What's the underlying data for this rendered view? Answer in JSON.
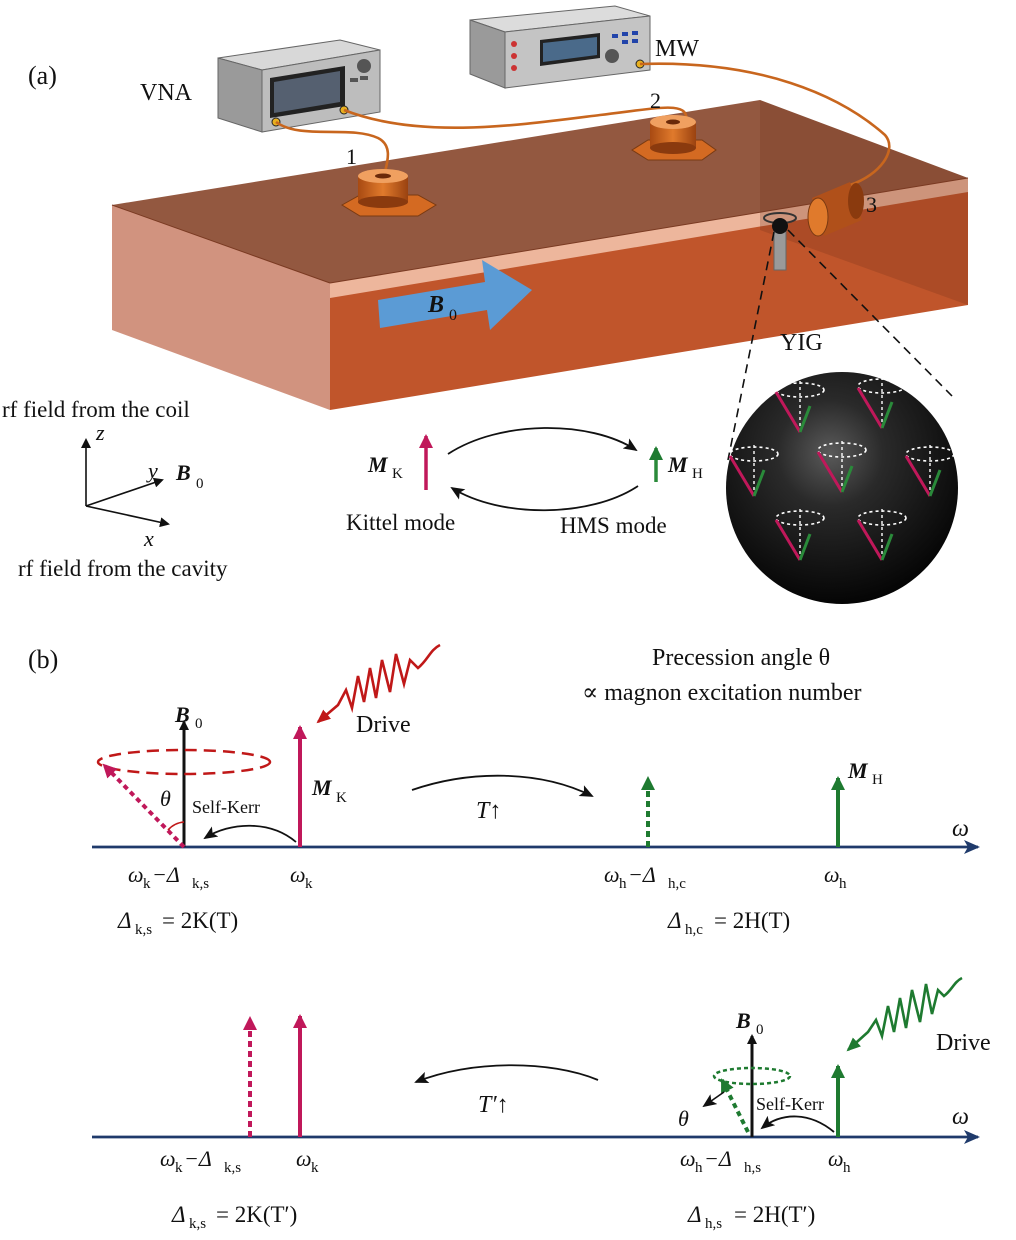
{
  "panel_a": {
    "label": "(a)",
    "vna_label": "VNA",
    "mw_label": "MW",
    "port1": "1",
    "port2": "2",
    "port3": "3",
    "b0_arrow": "B",
    "b0_sub": "0",
    "yig_label": "YIG",
    "rf_coil": "rf field from the coil",
    "rf_cavity": "rf field from the cavity",
    "axis_z": "z",
    "axis_y": "y",
    "axis_x": "x",
    "axis_b0": "B",
    "axis_b0_sub": "0",
    "mk": "M",
    "mk_sub": "K",
    "mh": "M",
    "mh_sub": "H",
    "kittel": "Kittel mode",
    "hms": "HMS mode",
    "colors": {
      "cavity": "#c0552b",
      "cavity_top": "#8a4a30",
      "kittel": "#c0185a",
      "hms": "#2a8a3a",
      "b0": "#5b9bd5"
    }
  },
  "panel_b": {
    "label": "(b)",
    "note_line1": "Precession angle θ",
    "note_line2": "∝ magnon excitation number",
    "row1": {
      "b0": "B",
      "b0_sub": "0",
      "theta": "θ",
      "self_kerr": "Self-Kerr",
      "drive": "Drive",
      "mk": "M",
      "mk_sub": "K",
      "mh": "M",
      "mh_sub": "H",
      "t_arrow": "T↑",
      "omega": "ω",
      "wk_minus": "ω",
      "wk_minus_sub": "k",
      "wk_minus_delta": "−Δ",
      "wk_minus_delta_sub": "k,s",
      "wk": "ω",
      "wk_sub": "k",
      "wh_minus": "ω",
      "wh_minus_sub": "h",
      "wh_minus_delta": "−Δ",
      "wh_minus_delta_sub": "h,c",
      "wh": "ω",
      "wh_sub": "h",
      "eq_left": "Δ",
      "eq_left_sub": "k,s",
      "eq_left_rhs": " = 2K(T)",
      "eq_right": "Δ",
      "eq_right_sub": "h,c",
      "eq_right_rhs": " = 2H(T)"
    },
    "row2": {
      "b0": "B",
      "b0_sub": "0",
      "theta": "θ",
      "self_kerr": "Self-Kerr",
      "drive": "Drive",
      "t_arrow": "T′↑",
      "omega": "ω",
      "wk_minus": "ω",
      "wk_minus_sub": "k",
      "wk_minus_delta": "−Δ",
      "wk_minus_delta_sub": "k,s",
      "wk": "ω",
      "wk_sub": "k",
      "wh_minus": "ω",
      "wh_minus_sub": "h",
      "wh_minus_delta": "−Δ",
      "wh_minus_delta_sub": "h,s",
      "wh": "ω",
      "wh_sub": "h",
      "eq_left": "Δ",
      "eq_left_sub": "k,s",
      "eq_left_rhs": " = 2K(T′)",
      "eq_right": "Δ",
      "eq_right_sub": "h,s",
      "eq_right_rhs": " = 2H(T′)"
    }
  }
}
